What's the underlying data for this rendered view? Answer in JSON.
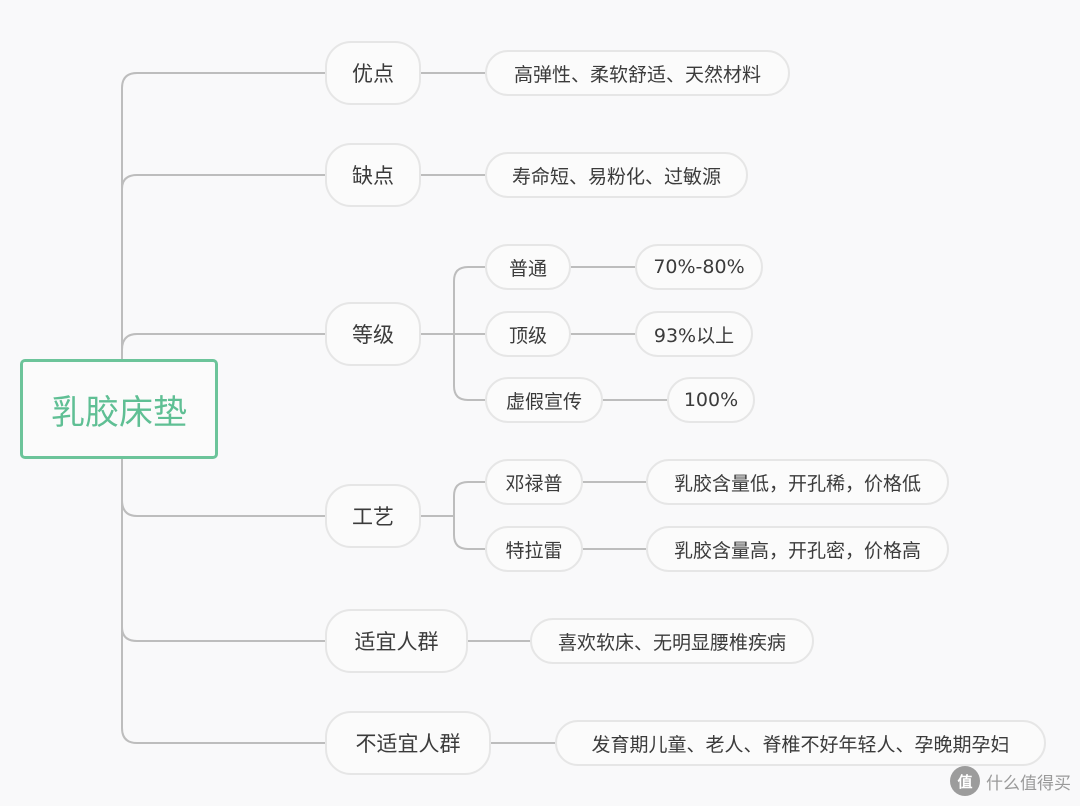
{
  "root": "乳胶床垫",
  "branches": [
    {
      "label": "优点",
      "items": [
        {
          "label": "高弹性、柔软舒适、天然材料"
        }
      ]
    },
    {
      "label": "缺点",
      "items": [
        {
          "label": "寿命短、易粉化、过敏源"
        }
      ]
    },
    {
      "label": "等级",
      "items": [
        {
          "label": "普通",
          "value": "70%-80%"
        },
        {
          "label": "顶级",
          "value": "93%以上"
        },
        {
          "label": "虚假宣传",
          "value": "100%"
        }
      ]
    },
    {
      "label": "工艺",
      "items": [
        {
          "label": "邓禄普",
          "value": "乳胶含量低，开孔稀，价格低"
        },
        {
          "label": "特拉雷",
          "value": "乳胶含量高，开孔密，价格高"
        }
      ]
    },
    {
      "label": "适宜人群",
      "items": [
        {
          "label": "喜欢软床、无明显腰椎疾病"
        }
      ]
    },
    {
      "label": "不适宜人群",
      "items": [
        {
          "label": "发育期儿童、老人、脊椎不好年轻人、孕晚期孕妇"
        }
      ]
    }
  ],
  "watermark": {
    "text": "什么值得买",
    "logo": "值"
  },
  "colors": {
    "root_border": "#6cc49a",
    "root_text": "#5fbf94",
    "line": "#bdbdbd",
    "node_border": "#e6e6e6"
  }
}
